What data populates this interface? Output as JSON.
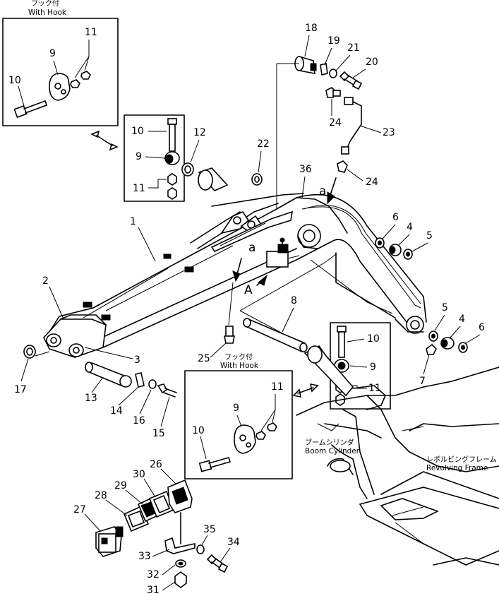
{
  "captions": {
    "hook_top_jp": "フック付",
    "hook_top_en": "With Hook",
    "hook_mid_jp": "フック付",
    "hook_mid_en": "With Hook",
    "boom_cyl_jp": "ブームシリンダ",
    "boom_cyl_en": "Boom Cylinder",
    "rev_frame_jp": "レボルビングフレーム",
    "rev_frame_en": "Revolving Frame",
    "view_a": "A",
    "arrow_a1": "a",
    "arrow_a2": "a"
  },
  "callouts": {
    "c1": "1",
    "c2": "2",
    "c3": "3",
    "c4a": "4",
    "c4b": "4",
    "c5a": "5",
    "c5b": "5",
    "c6a": "6",
    "c6b": "6",
    "c7": "7",
    "c8": "8",
    "c9a": "9",
    "c9b": "9",
    "c9c": "9",
    "c9d": "9",
    "c10a": "10",
    "c10b": "10",
    "c10c": "10",
    "c10d": "10",
    "c11a": "11",
    "c11b": "11",
    "c11c": "11",
    "c11d": "11",
    "c12": "12",
    "c13": "13",
    "c14": "14",
    "c15": "15",
    "c16": "16",
    "c17": "17",
    "c18": "18",
    "c19": "19",
    "c20": "20",
    "c21": "21",
    "c22": "22",
    "c23": "23",
    "c24a": "24",
    "c24b": "24",
    "c25": "25",
    "c26": "26",
    "c27": "27",
    "c28": "28",
    "c29": "29",
    "c30": "30",
    "c31": "31",
    "c32": "32",
    "c33": "33",
    "c34": "34",
    "c35": "35",
    "c36": "36"
  }
}
